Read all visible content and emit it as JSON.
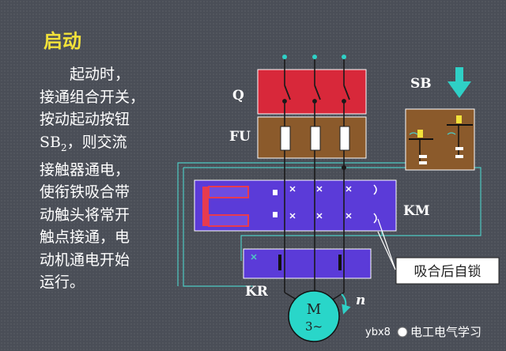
{
  "slide": {
    "title": "启动",
    "body_lines": [
      "起动时，",
      "接通组合开关，",
      "按动起动按钮",
      "SB",
      "2",
      "，则交流",
      "接触器通电，",
      "使衔铁吸合带",
      "动触头将常开",
      "触点接通，电",
      "动机通电开始",
      "运行。"
    ]
  },
  "diagram": {
    "labels": {
      "q": "Q",
      "fu": "FU",
      "sb": "SB",
      "km": "KM",
      "kr": "KR",
      "motor_m": "M",
      "motor_phase": "3~",
      "speed": "n"
    },
    "callout": "吸合后自锁"
  },
  "watermark": {
    "prefix": "ybx8",
    "text": "电工电气学习"
  },
  "colors": {
    "title": "#f2e23a",
    "switch_red": "#d8283a",
    "fuse_brown": "#8b5a2b",
    "contactor_purple": "#5b3bd8",
    "wire": "#1a1a1a",
    "cyan_wire": "#4ec9c2",
    "sb_box": "#8b5a2b",
    "motor_fill": "#29d6c9"
  }
}
